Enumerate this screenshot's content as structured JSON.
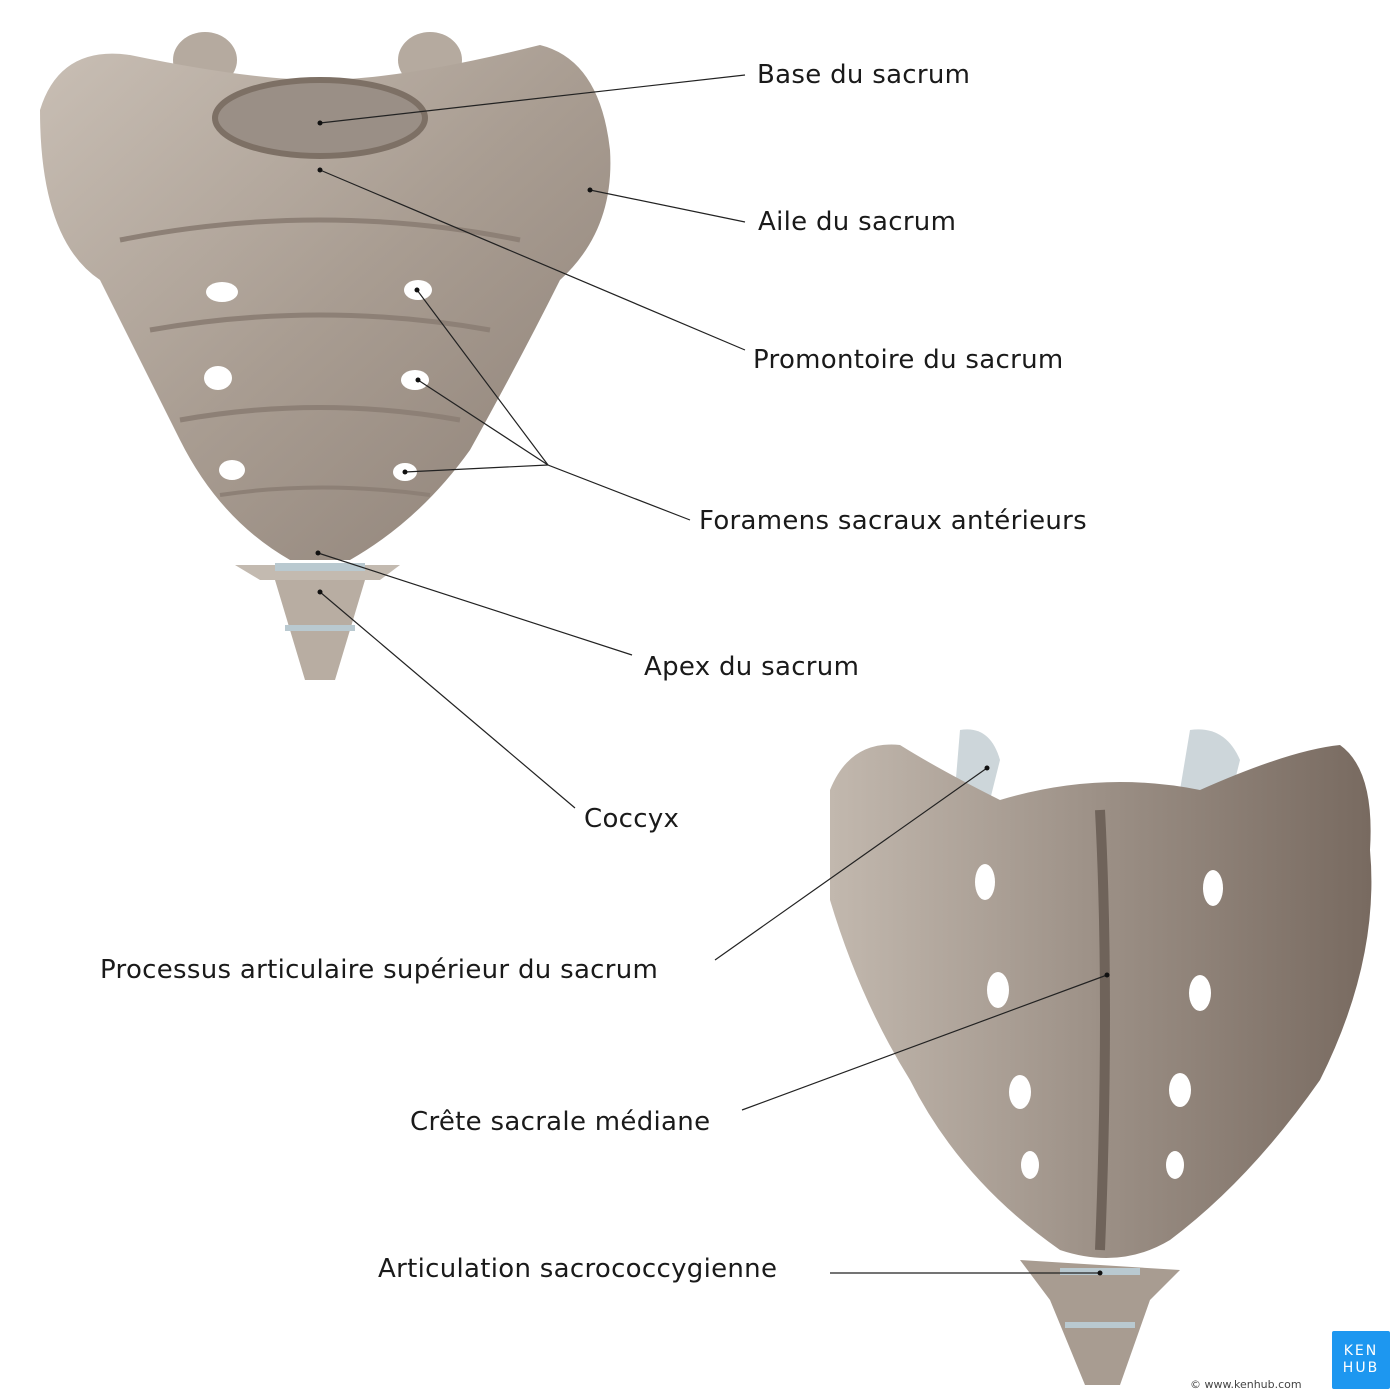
{
  "watermark": "© www.kenhub.com",
  "labels": {
    "base": "Base du sacrum",
    "aile": "Aile du sacrum",
    "promontoire": "Promontoire du sacrum",
    "foramens": "Foramens sacraux antérieurs",
    "apex": "Apex du sacrum",
    "coccyx": "Coccyx",
    "processus": "Processus articulaire supérieur du sacrum",
    "crete": "Crête sacrale médiane",
    "articulation": "Articulation sacrococcygienne"
  },
  "logo": {
    "line1": "KEN",
    "line2": "HUB",
    "color": "#1d97f0"
  },
  "copyright": "© www.kenhub.com",
  "colors": {
    "bone": "#b3a89d",
    "bone_dark": "#7d7065",
    "cartilage": "#b9c9d0"
  }
}
